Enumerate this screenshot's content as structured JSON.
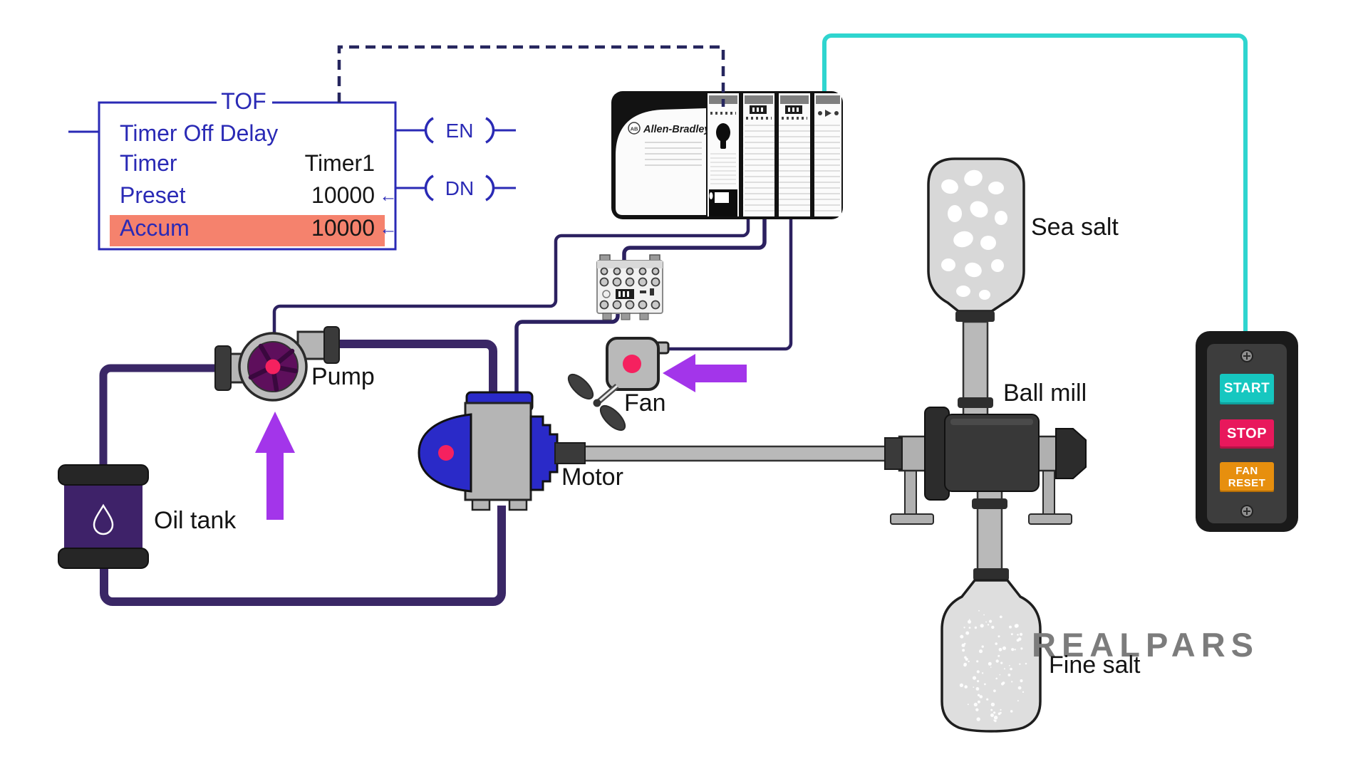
{
  "ladder": {
    "title": "TOF",
    "type_label": "Timer Off Delay",
    "rows": [
      {
        "label": "Timer",
        "value": "Timer1",
        "highlight": false,
        "arrow": ""
      },
      {
        "label": "Preset",
        "value": "10000",
        "highlight": false,
        "arrow": "←"
      },
      {
        "label": "Accum",
        "value": "10000",
        "highlight": true,
        "arrow": "←"
      }
    ],
    "outputs": [
      {
        "label": "EN"
      },
      {
        "label": "DN"
      }
    ]
  },
  "plc": {
    "brand": "Allen-Bradley",
    "badge": "AB"
  },
  "labels": {
    "pump": "Pump",
    "oil_tank": "Oil tank",
    "motor": "Motor",
    "fan": "Fan",
    "ball_mill": "Ball mill",
    "sea_salt": "Sea salt",
    "fine_salt": "Fine salt"
  },
  "panel": {
    "buttons": [
      {
        "id": "start",
        "label": "START",
        "color": "#16c7c0"
      },
      {
        "id": "stop",
        "label": "STOP",
        "color": "#e8185c"
      },
      {
        "id": "fan-reset",
        "label": "FAN RESET",
        "line1": "FAN",
        "line2": "RESET",
        "color": "#e78f0e"
      }
    ]
  },
  "watermark": {
    "text": "REALPARS"
  },
  "colors": {
    "ladder_blue": "#2a2ab5",
    "accum_highlight": "#f5826d",
    "wire_dark": "#2c2160",
    "pipe_purple": "#3a2766",
    "signal_cyan": "#2fd5cf",
    "arrow_purple": "#a335ea",
    "indicator_pink": "#f5215f",
    "motor_blue": "#2a2ac8"
  }
}
